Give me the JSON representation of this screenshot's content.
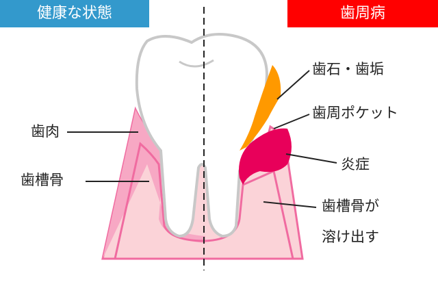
{
  "banners": {
    "healthy": "健康な状態",
    "disease": "歯周病"
  },
  "labels": {
    "gum": "歯肉",
    "alveolar_bone": "歯槽骨",
    "calculus_plaque": "歯石・歯垢",
    "periodontal_pocket": "歯周ポケット",
    "inflammation": "炎症",
    "bone_loss_line1": "歯槽骨が",
    "bone_loss_line2": "溶け出す"
  },
  "colors": {
    "healthy": "#3399cc",
    "disease": "#ff0000",
    "gum": "#f7a8c4",
    "bone": "#fbd3d8",
    "calculus": "#ff9900",
    "inflammation": "#e8005a"
  }
}
